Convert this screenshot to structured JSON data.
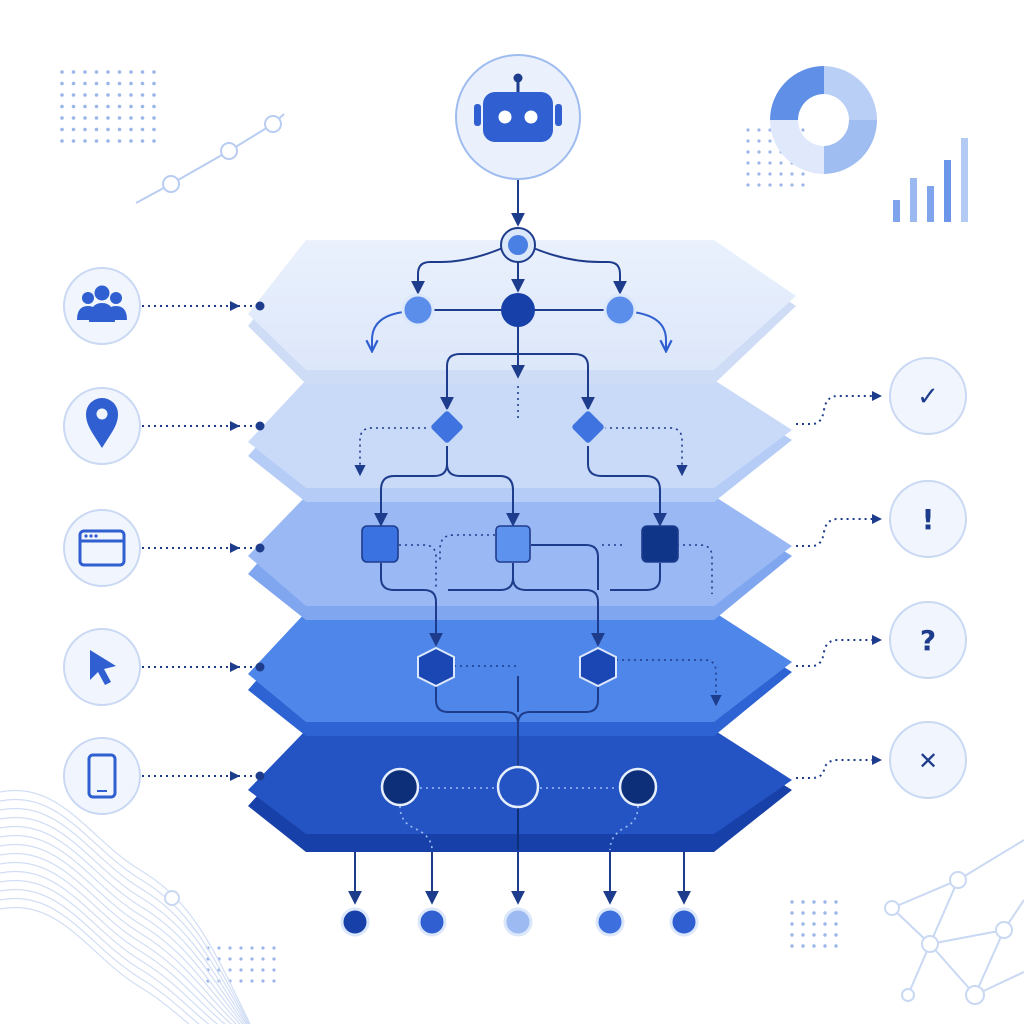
{
  "diagram": {
    "title": "",
    "layers": [
      {
        "name": "layer-1"
      },
      {
        "name": "layer-2"
      },
      {
        "name": "layer-3"
      },
      {
        "name": "layer-4"
      },
      {
        "name": "layer-5"
      }
    ],
    "input_icons": [
      "users-icon",
      "map-pin-icon",
      "browser-window-icon",
      "cursor-pointer-icon",
      "smartphone-icon"
    ],
    "output_status_icons": [
      "check-icon",
      "exclamation-icon",
      "question-icon",
      "close-icon"
    ],
    "output_glyphs": [
      "✓",
      "!",
      "?",
      "✕"
    ],
    "top_node_icon": "robot-icon",
    "colors": {
      "primary": "#2f5fd0",
      "dark": "#1a3fa0",
      "navy": "#0d2f7a",
      "light_blue": "#dbe7fb",
      "line": "#1e3c8c"
    }
  }
}
